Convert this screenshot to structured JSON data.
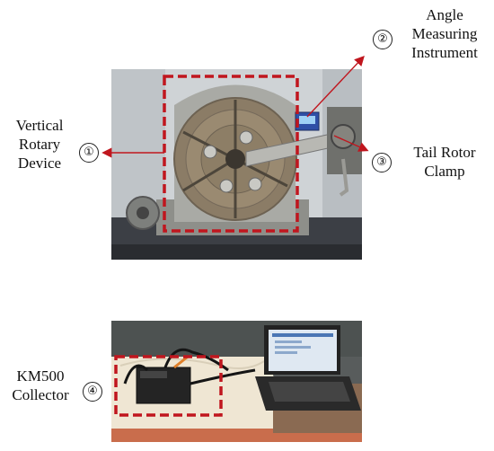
{
  "labels": {
    "angle": {
      "line1": "Angle",
      "line2": "Measuring",
      "line3": "Instrument",
      "number": "②"
    },
    "vertical": {
      "line1": "Vertical",
      "line2": "Rotary",
      "line3": "Device",
      "number": "①"
    },
    "tail": {
      "line1": "Tail Rotor",
      "line2": "Clamp",
      "number": "③"
    },
    "collector": {
      "line1": "KM500",
      "line2": "Collector",
      "number": "④"
    }
  },
  "colors": {
    "highlight": "#c0161e",
    "arrow": "#c0161e"
  }
}
